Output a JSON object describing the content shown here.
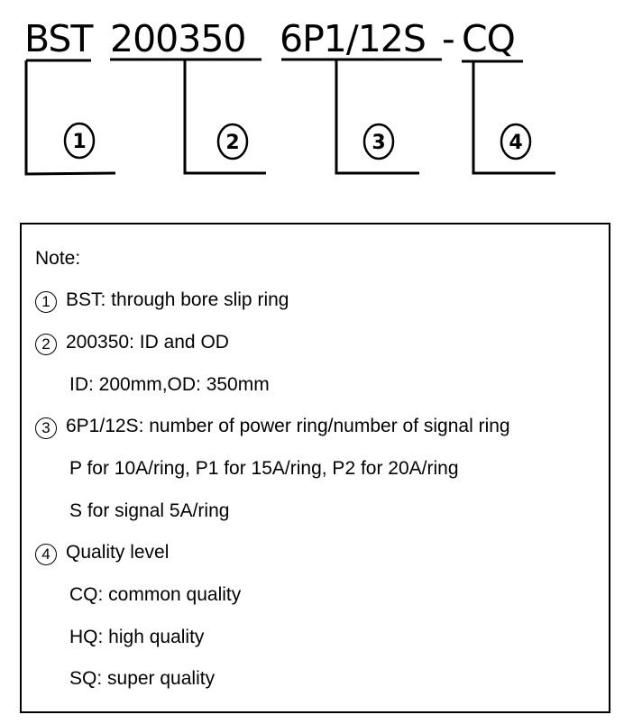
{
  "code": {
    "parts": [
      "BST",
      "200350",
      "6P1/12S",
      "-",
      "CQ"
    ],
    "markers": [
      "1",
      "2",
      "3",
      "4"
    ]
  },
  "note": {
    "title": "Note:",
    "items": [
      {
        "num": "1",
        "text": "BST: through bore slip ring",
        "sub": []
      },
      {
        "num": "2",
        "text": "200350: ID and OD",
        "sub": [
          "ID: 200mm,OD: 350mm"
        ]
      },
      {
        "num": "3",
        "text": "6P1/12S: number of power ring/number of signal ring",
        "sub": [
          "P for 10A/ring, P1 for 15A/ring, P2 for 20A/ring",
          "S for signal 5A/ring"
        ]
      },
      {
        "num": "4",
        "text": "Quality level",
        "sub": [
          "CQ: common quality",
          "HQ: high quality",
          "SQ: super quality"
        ]
      }
    ]
  }
}
